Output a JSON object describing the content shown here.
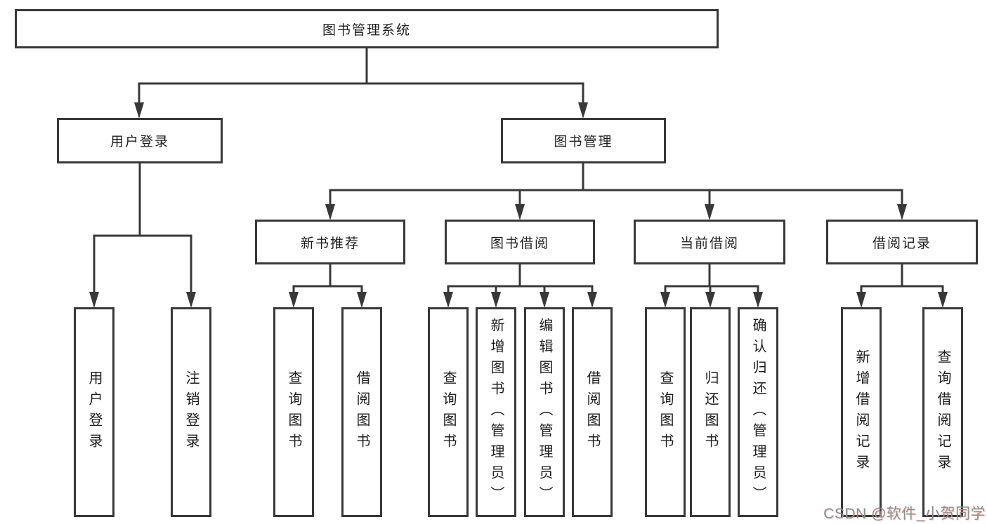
{
  "tree": {
    "label": "图书管理系统",
    "children": [
      {
        "label": "用户登录",
        "children": [
          {
            "label": "用户登录"
          },
          {
            "label": "注销登录"
          }
        ]
      },
      {
        "label": "图书管理",
        "children": [
          {
            "label": "新书推荐",
            "children": [
              {
                "label": "查询图书"
              },
              {
                "label": "借阅图书"
              }
            ]
          },
          {
            "label": "图书借阅",
            "children": [
              {
                "label": "查询图书"
              },
              {
                "label": "新增图书（管理员）"
              },
              {
                "label": "编辑图书（管理员）"
              },
              {
                "label": "借阅图书"
              }
            ]
          },
          {
            "label": "当前借阅",
            "children": [
              {
                "label": "查询图书"
              },
              {
                "label": "归还图书"
              },
              {
                "label": "确认归还（管理员）"
              }
            ]
          },
          {
            "label": "借阅记录",
            "children": [
              {
                "label": "新增借阅记录"
              },
              {
                "label": "查询借阅记录"
              }
            ]
          }
        ]
      }
    ]
  },
  "watermark": {
    "text": "CSDN @软件_小贺同学"
  },
  "colors": {
    "line": "#383838",
    "text": "#1f1f1f",
    "box_background": "#ffffff",
    "page_background": "#ffffff",
    "watermark_text": "#8f8f8f",
    "watermark_accent": "#fc5531"
  }
}
